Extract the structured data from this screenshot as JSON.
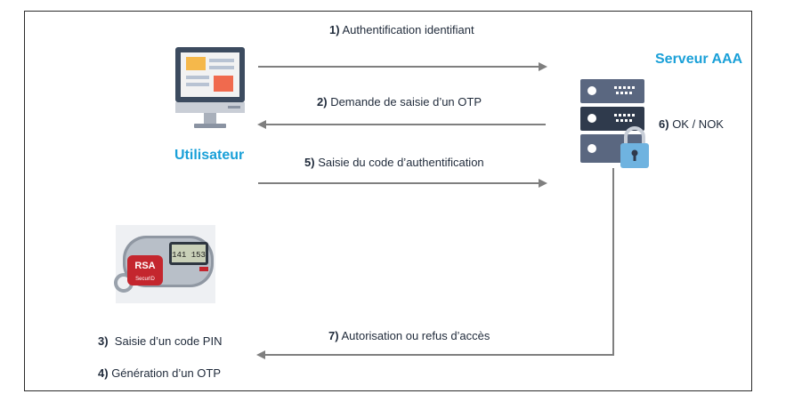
{
  "actors": {
    "user_label": "Utilisateur",
    "server_label": "Serveur AAA"
  },
  "steps": [
    {
      "num": "1)",
      "text": "Authentification identifiant"
    },
    {
      "num": "2)",
      "text": "Demande de saisie d’un OTP"
    },
    {
      "num": "5)",
      "text": "Saisie du code d’authentification"
    },
    {
      "num": "6)",
      "text": "OK / NOK"
    },
    {
      "num": "7)",
      "text": "Autorisation ou refus d’accès"
    },
    {
      "num": "3)",
      "text": "Saisie d’un code PIN"
    },
    {
      "num": "4)",
      "text": "Génération d’un OTP"
    }
  ],
  "token": {
    "display_digits": "141 153",
    "brand": "RSA",
    "product": "SecurID"
  },
  "colors": {
    "accent": "#1aa0d8",
    "arrow": "#7f7f7f",
    "server_dark": "#2f3a4c",
    "server_light": "#55627a",
    "lock": "#6fb3e0"
  },
  "icons": [
    "computer-monitor-icon",
    "server-stack-icon",
    "padlock-icon",
    "rsa-token-icon"
  ]
}
